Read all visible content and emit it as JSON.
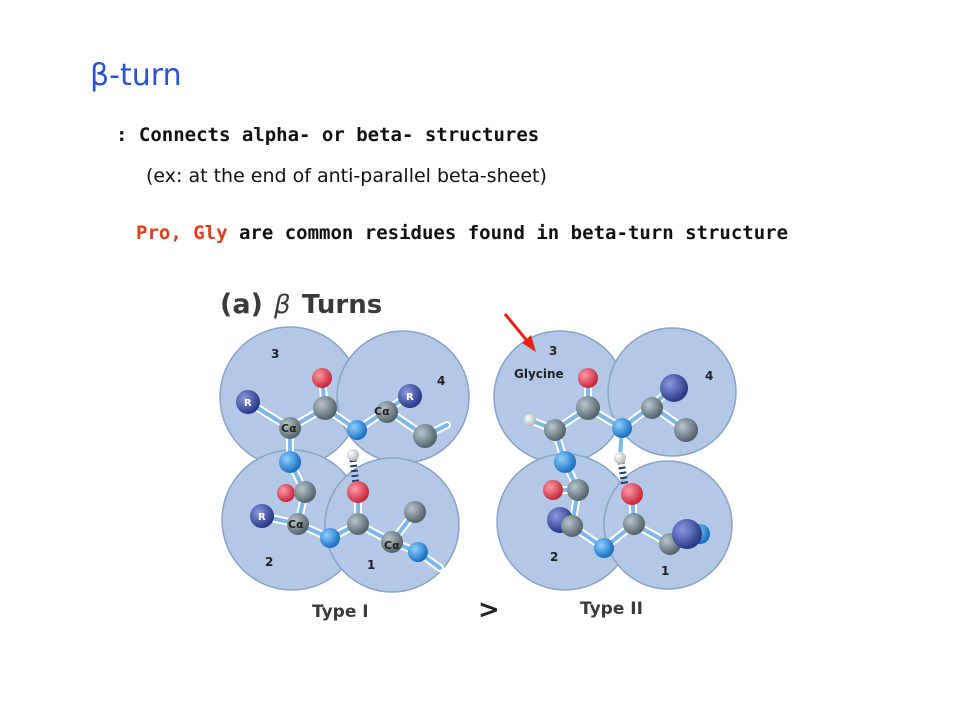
{
  "heading": {
    "greek": "β",
    "text": "-turn"
  },
  "points": {
    "connects": ": Connects alpha- or beta- structures",
    "example": "(ex: at the end of anti-parallel beta-sheet)",
    "residues_highlight": "Pro, Gly",
    "residues_rest": " are common residues found in beta-turn structure"
  },
  "figure": {
    "panel_label": "(a)",
    "panel_greek": "β",
    "panel_title": "Turns",
    "type1": "Type I",
    "type2": "Type II",
    "comparison": ">",
    "glycine_label": "Glycine",
    "residue_numbers": {
      "one": "1",
      "two": "2",
      "three": "3",
      "four": "4"
    },
    "r_label": "R",
    "ca_label": "Cα"
  },
  "colors": {
    "heading": "#2a52d6",
    "highlight": "#e23b1a",
    "sphere_fill": "#b3c7e6",
    "carbon": "#6f7f88",
    "oxygen": "#e0465a",
    "nitrogen": "#2d8fe0",
    "r_group": "#3b4f9e",
    "arrow": "#e8201a"
  }
}
